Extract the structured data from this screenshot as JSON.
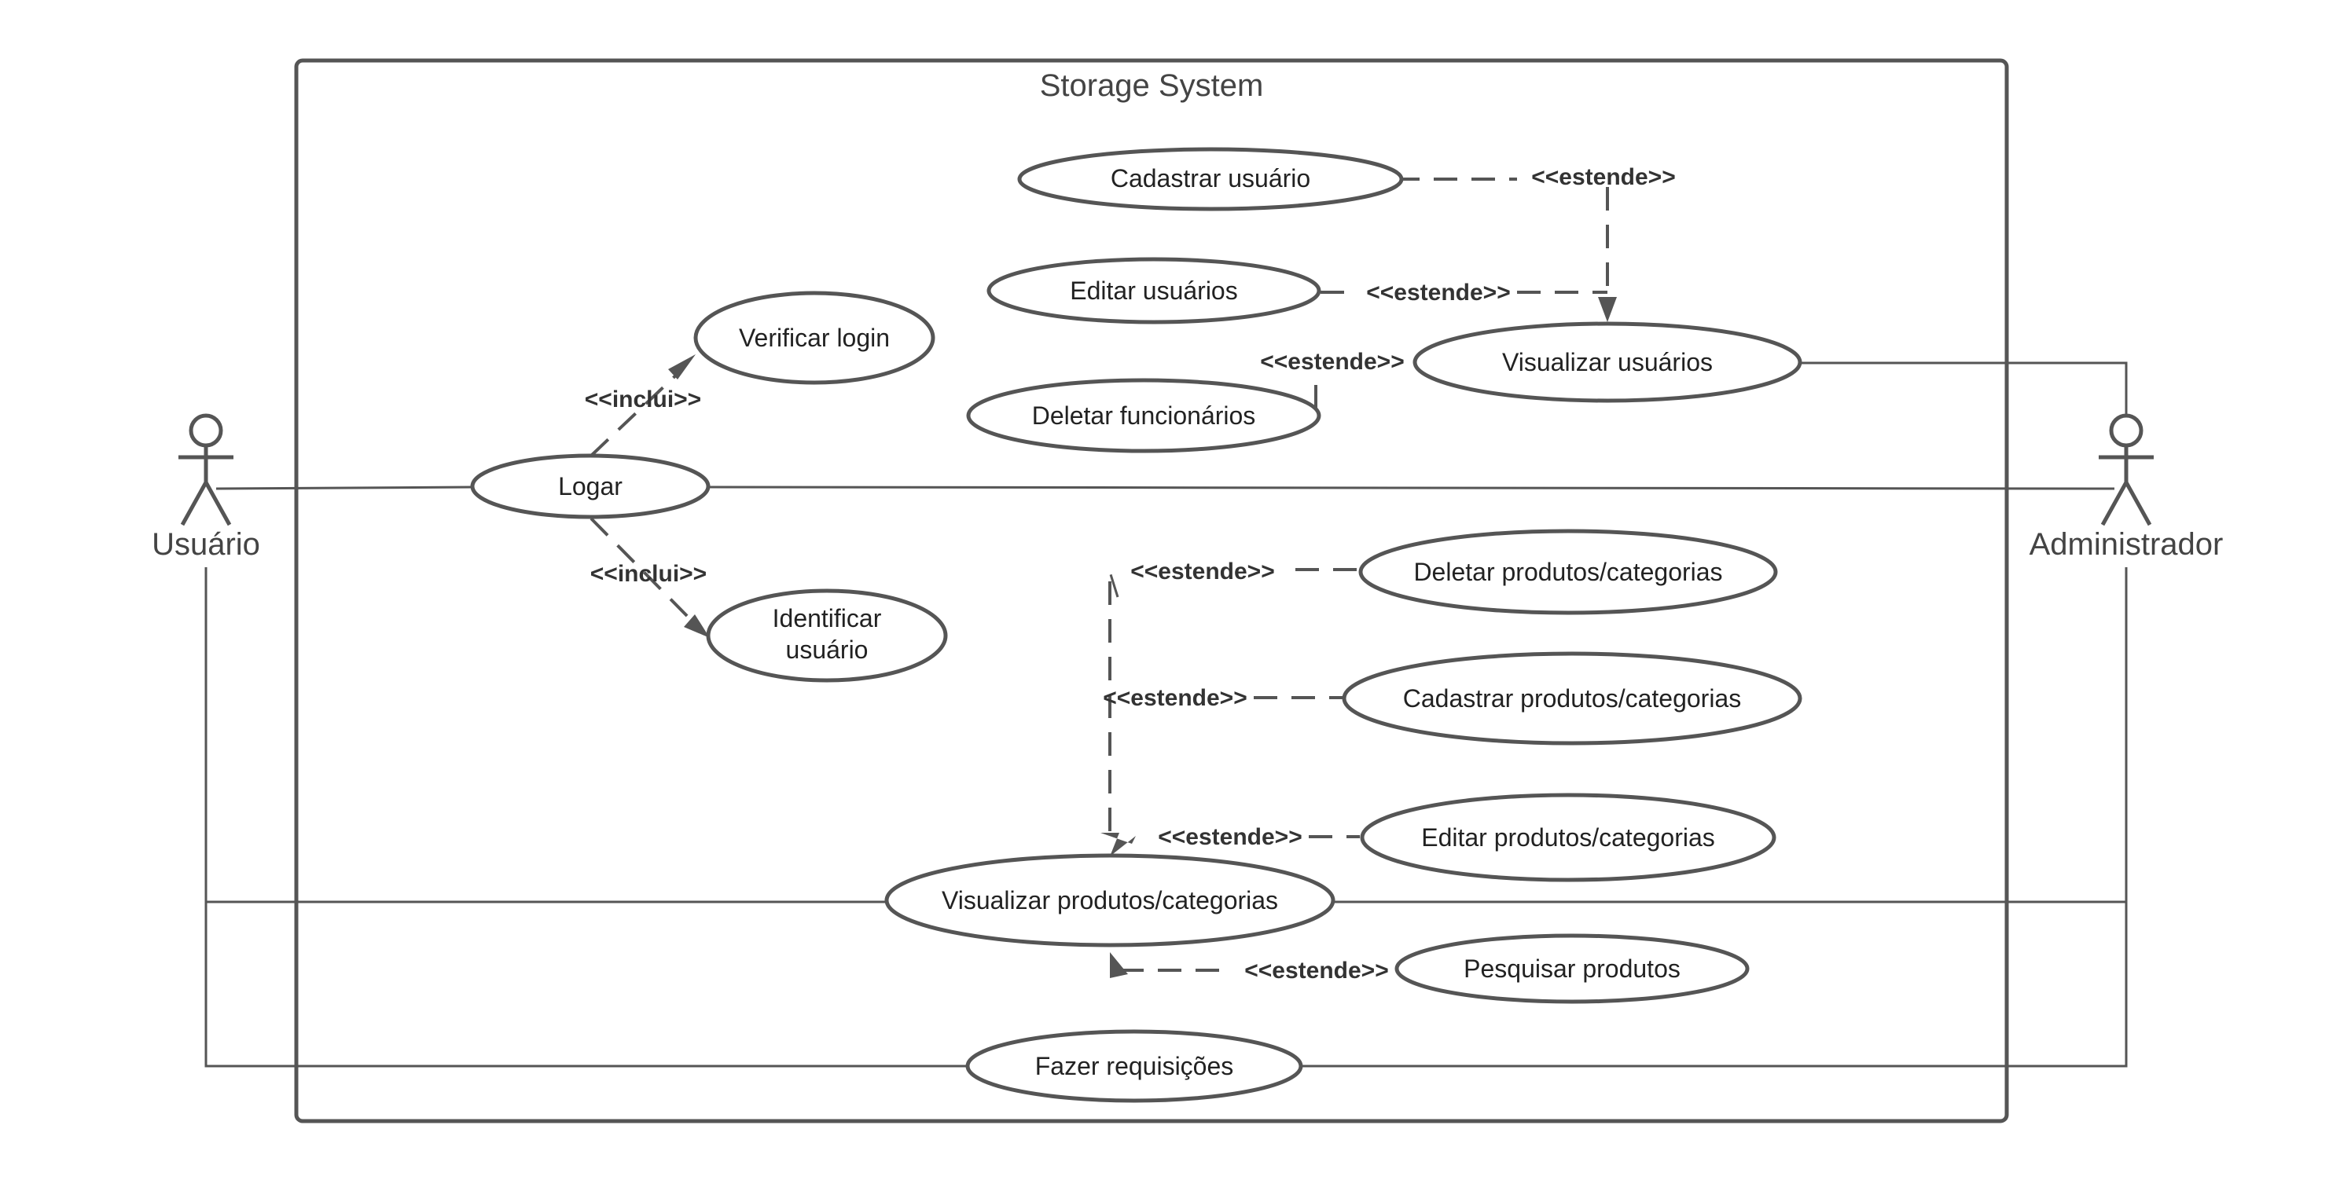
{
  "system": {
    "title": "Storage System"
  },
  "actors": {
    "user": "Usuário",
    "admin": "Administrador"
  },
  "use_cases": {
    "cadastrar_usuario": "Cadastrar usuário",
    "editar_usuarios": "Editar usuários",
    "deletar_funcionarios": "Deletar funcionários",
    "visualizar_usuarios": "Visualizar usuários",
    "verificar_login": "Verificar login",
    "logar": "Logar",
    "identificar_usuario_l1": "Identificar",
    "identificar_usuario_l2": "usuário",
    "deletar_produtos": "Deletar produtos/categorias",
    "cadastrar_produtos": "Cadastrar produtos/categorias",
    "editar_produtos": "Editar produtos/categorias",
    "visualizar_produtos": "Visualizar produtos/categorias",
    "pesquisar_produtos": "Pesquisar produtos",
    "fazer_requisicoes": "Fazer requisições"
  },
  "relations": {
    "inclui": "<<inclui>>",
    "estende": "<<estende>>"
  },
  "colors": {
    "stroke": "#555555",
    "text": "#222222",
    "background": "#ffffff"
  }
}
